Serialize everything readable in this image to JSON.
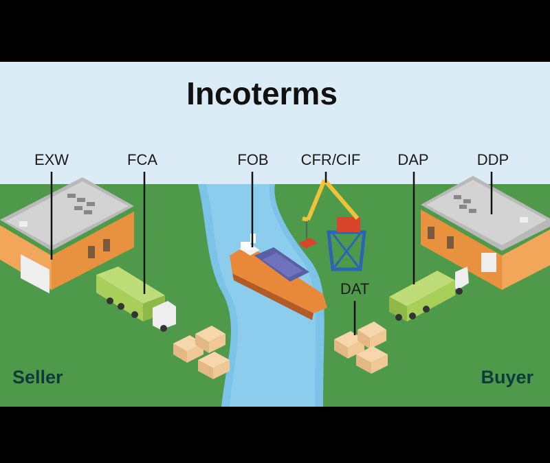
{
  "title": "Incoterms",
  "terms": {
    "exw": "EXW",
    "fca": "FCA",
    "fob": "FOB",
    "cfr_cif": "CFR/CIF",
    "dap": "DAP",
    "ddp": "DDP",
    "dat": "DAT"
  },
  "parties": {
    "seller": "Seller",
    "buyer": "Buyer"
  },
  "colors": {
    "sky": "#dcecf6",
    "grass": "#4f9a4a",
    "river": "#7cc3e8",
    "warehouse_wall": "#f2a65a",
    "truck_cargo": "#a8cf5a",
    "ship_hull": "#e8893a",
    "crane": "#f0c23a"
  }
}
